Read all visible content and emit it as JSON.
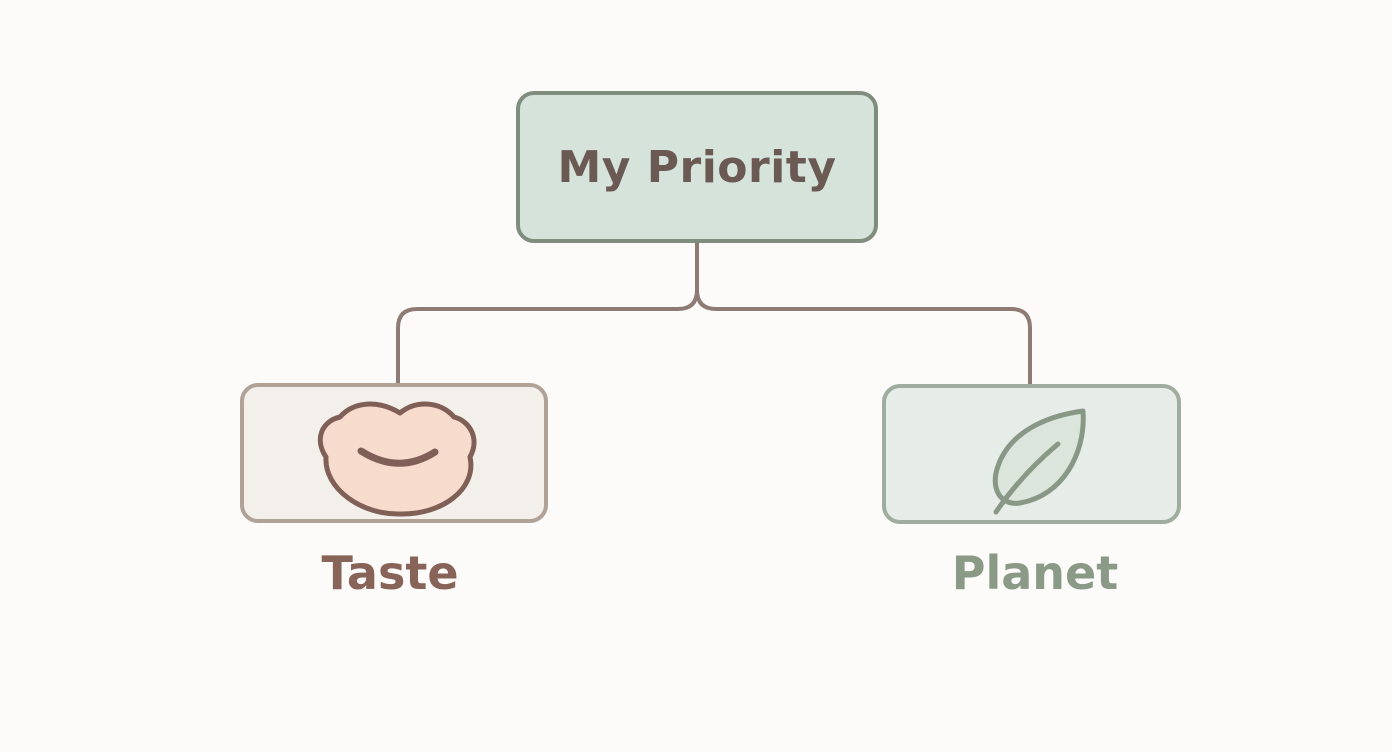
{
  "diagram": {
    "root": {
      "label": "My Priority"
    },
    "children": [
      {
        "label": "Taste",
        "icon": "lips-icon"
      },
      {
        "label": "Planet",
        "icon": "leaf-icon"
      }
    ]
  },
  "colors": {
    "background": "#fcfbfa",
    "root_fill": "#d6e3da",
    "root_border": "#7f8d7e",
    "root_text": "#6a5a53",
    "connector": "#8e7c74",
    "taste_fill": "#f3efeb",
    "taste_border": "#b0a296",
    "taste_text": "#876358",
    "lips_fill": "#f7dccd",
    "lips_stroke": "#7f5f56",
    "planet_fill": "#e6ece7",
    "planet_border": "#9fac9e",
    "planet_text": "#8a9a87",
    "leaf_stroke": "#899886"
  }
}
